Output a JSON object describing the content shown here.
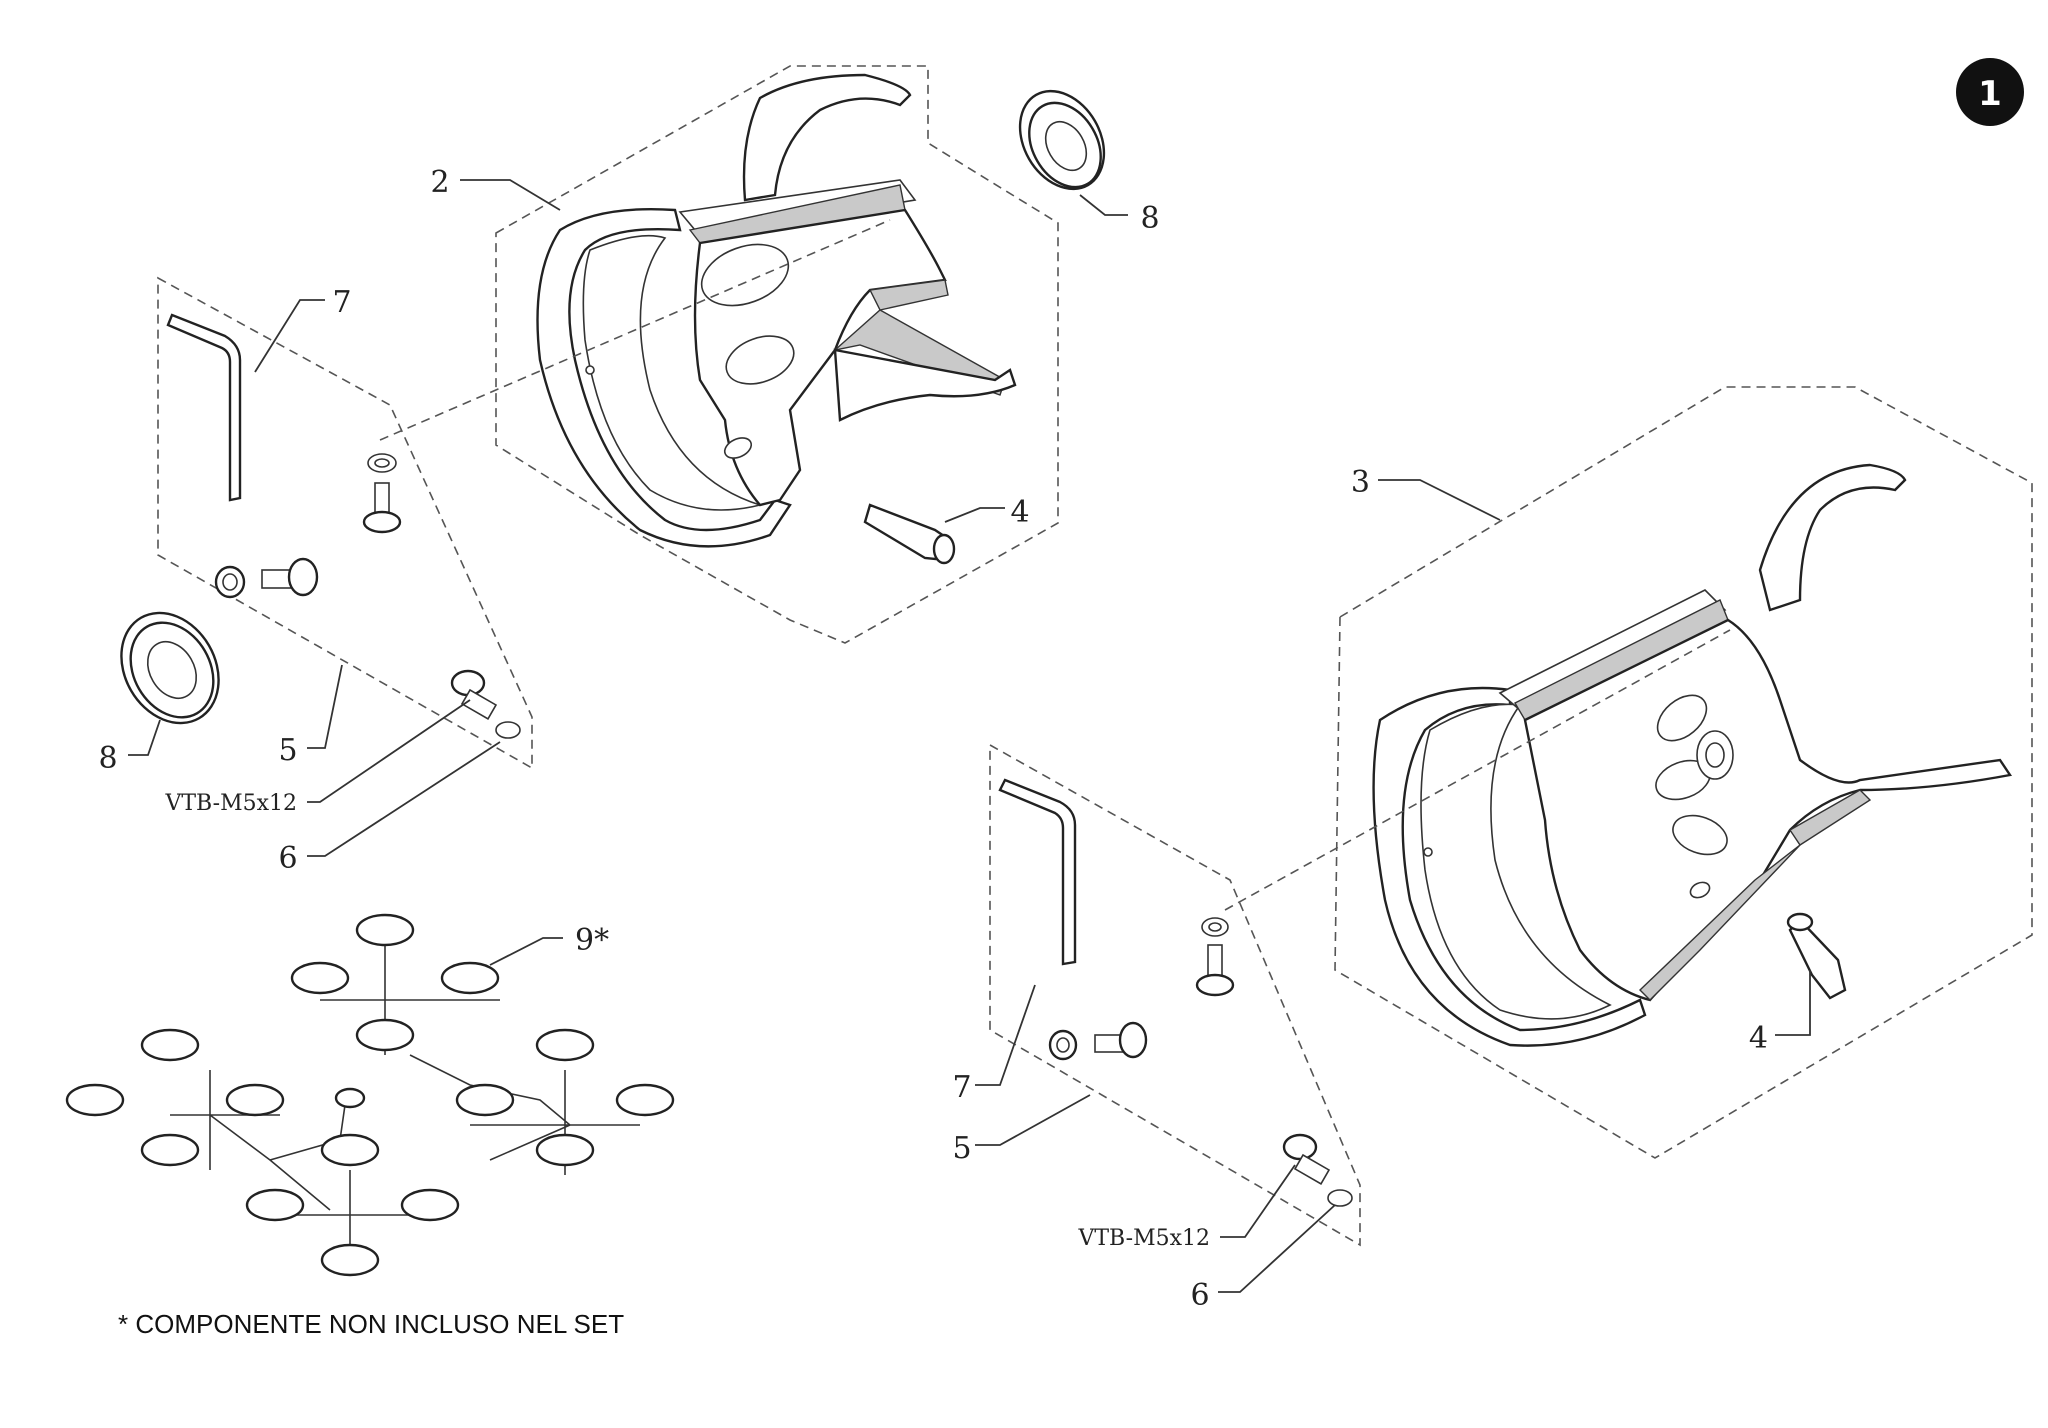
{
  "page": {
    "badge_number": "1",
    "footnote": "* COMPONENTE NON INCLUSO NEL SET"
  },
  "callouts": {
    "left_group": {
      "hub_rim": "2",
      "bearing_top": "8",
      "allen_key": "7",
      "valve": "4",
      "bearing_left": "8",
      "kit": "5",
      "screw": "VTB-M5x12",
      "washer": "6"
    },
    "right_group": {
      "hub_rim": "3",
      "allen_key": "7",
      "kit": "5",
      "screw": "VTB-M5x12",
      "washer": "6",
      "valve": "4"
    },
    "spacer_tree": "9*"
  }
}
